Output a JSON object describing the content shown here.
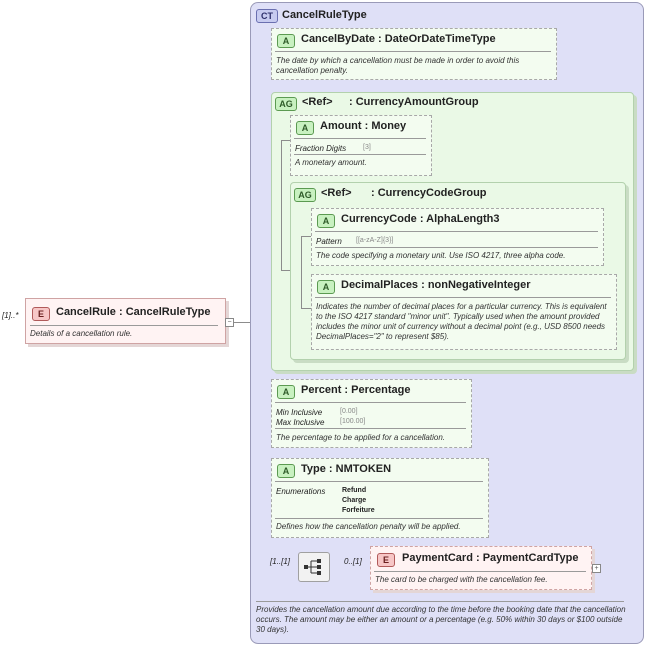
{
  "complex_type": {
    "badge": "CT",
    "name": "CancelRuleType",
    "documentation": "Provides the cancellation amount due according to the time before the booking date that the cancellation occurs. The amount may be either an amount or a percentage (e.g. 50% within 30 days or $100 outside 30 days)."
  },
  "root_element": {
    "badge": "E",
    "occurrence": "[1]..*",
    "name": "CancelRule",
    "type": "CancelRuleType",
    "documentation": "Details of a cancellation rule."
  },
  "attr_cancel_by_date": {
    "badge": "A",
    "title": "CancelByDate : DateOrDateTimeType",
    "documentation": "The date by which a cancellation must be made in order to avoid this cancellation penalty."
  },
  "group_currency_amount": {
    "badge": "AG",
    "ref": "<Ref>",
    "name": ": CurrencyAmountGroup"
  },
  "attr_amount": {
    "badge": "A",
    "title": "Amount  : Money",
    "facet_label": "Fraction Digits",
    "facet_value": "[3]",
    "documentation": "A monetary amount."
  },
  "group_currency_code": {
    "badge": "AG",
    "ref": "<Ref>",
    "name": ": CurrencyCodeGroup"
  },
  "attr_currency_code": {
    "badge": "A",
    "title": "CurrencyCode : AlphaLength3",
    "facet_label": "Pattern",
    "facet_value": "[[a-zA-Z]{3}]",
    "documentation": "The code specifying a monetary unit. Use ISO 4217, three alpha code."
  },
  "attr_decimal_places": {
    "badge": "A",
    "title": "DecimalPlaces : nonNegativeInteger",
    "documentation": "Indicates the number of decimal places for a particular currency. This is equivalent to the ISO 4217 standard \"minor unit\". Typically used when the amount provided includes the minor unit of currency without a decimal point (e.g., USD 8500 needs DecimalPlaces=\"2\" to represent $85)."
  },
  "attr_percent": {
    "badge": "A",
    "title": "Percent   : Percentage",
    "facet1_label": "Min Inclusive",
    "facet1_value": "[0.00]",
    "facet2_label": "Max Inclusive",
    "facet2_value": "[100.00]",
    "documentation": "The percentage to be applied for a cancellation."
  },
  "attr_type": {
    "badge": "A",
    "title": "Type       : NMTOKEN",
    "facet_label": "Enumerations",
    "enumerations": [
      "Refund",
      "Charge",
      "Forfeiture"
    ],
    "documentation": "Defines how the cancellation penalty will be applied."
  },
  "sequence": {
    "occurrence": "[1..[1]"
  },
  "payment_card": {
    "badge": "E",
    "occurrence": "0..[1]",
    "title": "PaymentCard : PaymentCardType",
    "documentation": "The card to be charged with the cancellation fee."
  },
  "collapse_symbol": "−",
  "expand_symbol": "+"
}
